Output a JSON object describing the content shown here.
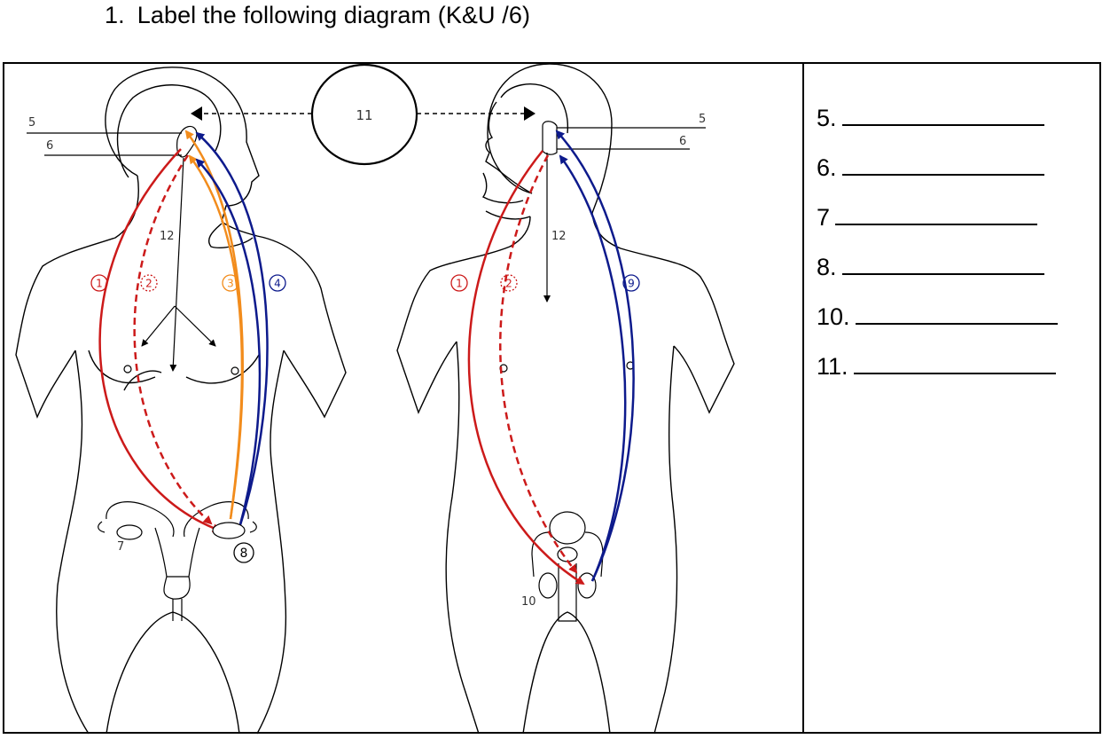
{
  "question": {
    "number": "1.",
    "text": "Label the following diagram (K&U /6)"
  },
  "diagram": {
    "labels": {
      "five": "5",
      "six": "6",
      "seven": "7",
      "ten": "10",
      "eleven": "11",
      "twelve": "12"
    },
    "circled": {
      "one": "1",
      "two": "2",
      "three": "3",
      "four": "4",
      "eight": "8",
      "nine": "9"
    },
    "colors": {
      "red": "#cc1a1a",
      "orange": "#f28c1c",
      "blue": "#0d1a8c",
      "outline": "#000000"
    }
  },
  "answers": [
    {
      "label": "5."
    },
    {
      "label": "6."
    },
    {
      "label": "7"
    },
    {
      "label": "8."
    },
    {
      "label": "10."
    },
    {
      "label": "11."
    }
  ]
}
